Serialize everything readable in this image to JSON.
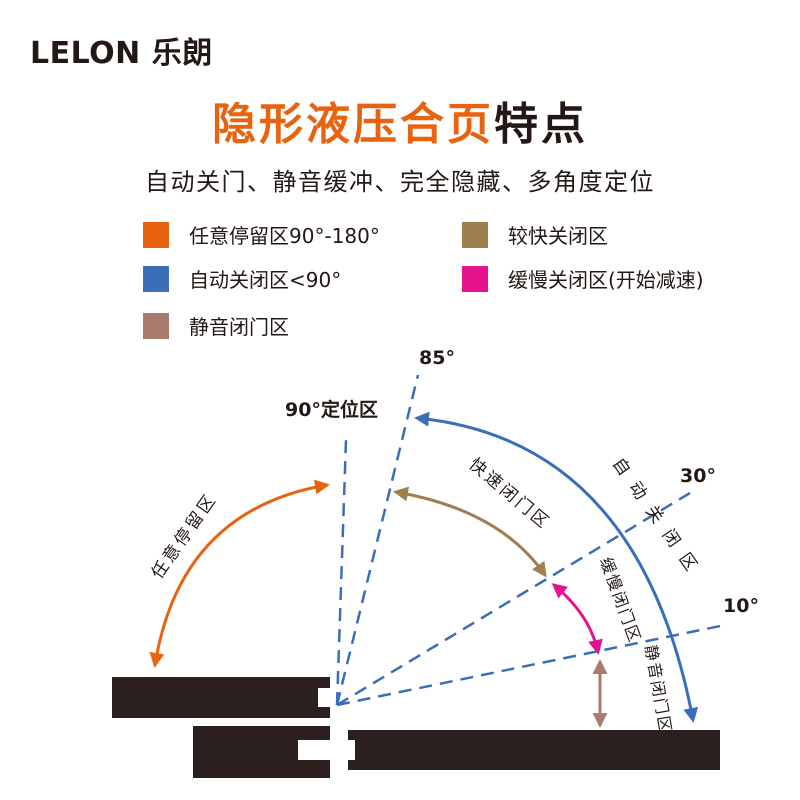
{
  "brand": {
    "logo_text": "LELON 乐朗"
  },
  "title": {
    "highlight": "隐形液压合页",
    "rest": "特点"
  },
  "subtitle": "自动关门、静音缓冲、完全隐藏、多角度定位",
  "legend": [
    {
      "label": "任意停留区90°-180°",
      "color": "#E8630F"
    },
    {
      "label": "较快关闭区",
      "color": "#A07F4E"
    },
    {
      "label": "自动关闭区<90°",
      "color": "#3A6FB7"
    },
    {
      "label": "缓慢关闭区(开始减速)",
      "color": "#E5148C"
    },
    {
      "label": "静音闭门区",
      "color": "#A97B6C"
    }
  ],
  "diagram": {
    "angle_85": "85°",
    "angle_90": "90°定位区",
    "angle_30": "30°",
    "angle_10": "10°",
    "zone_free": "任意停留区",
    "zone_fast": "快速闭门区",
    "zone_auto": "自动关闭区",
    "zone_slow": "缓慢闭门区",
    "zone_silent": "静音闭门区"
  }
}
